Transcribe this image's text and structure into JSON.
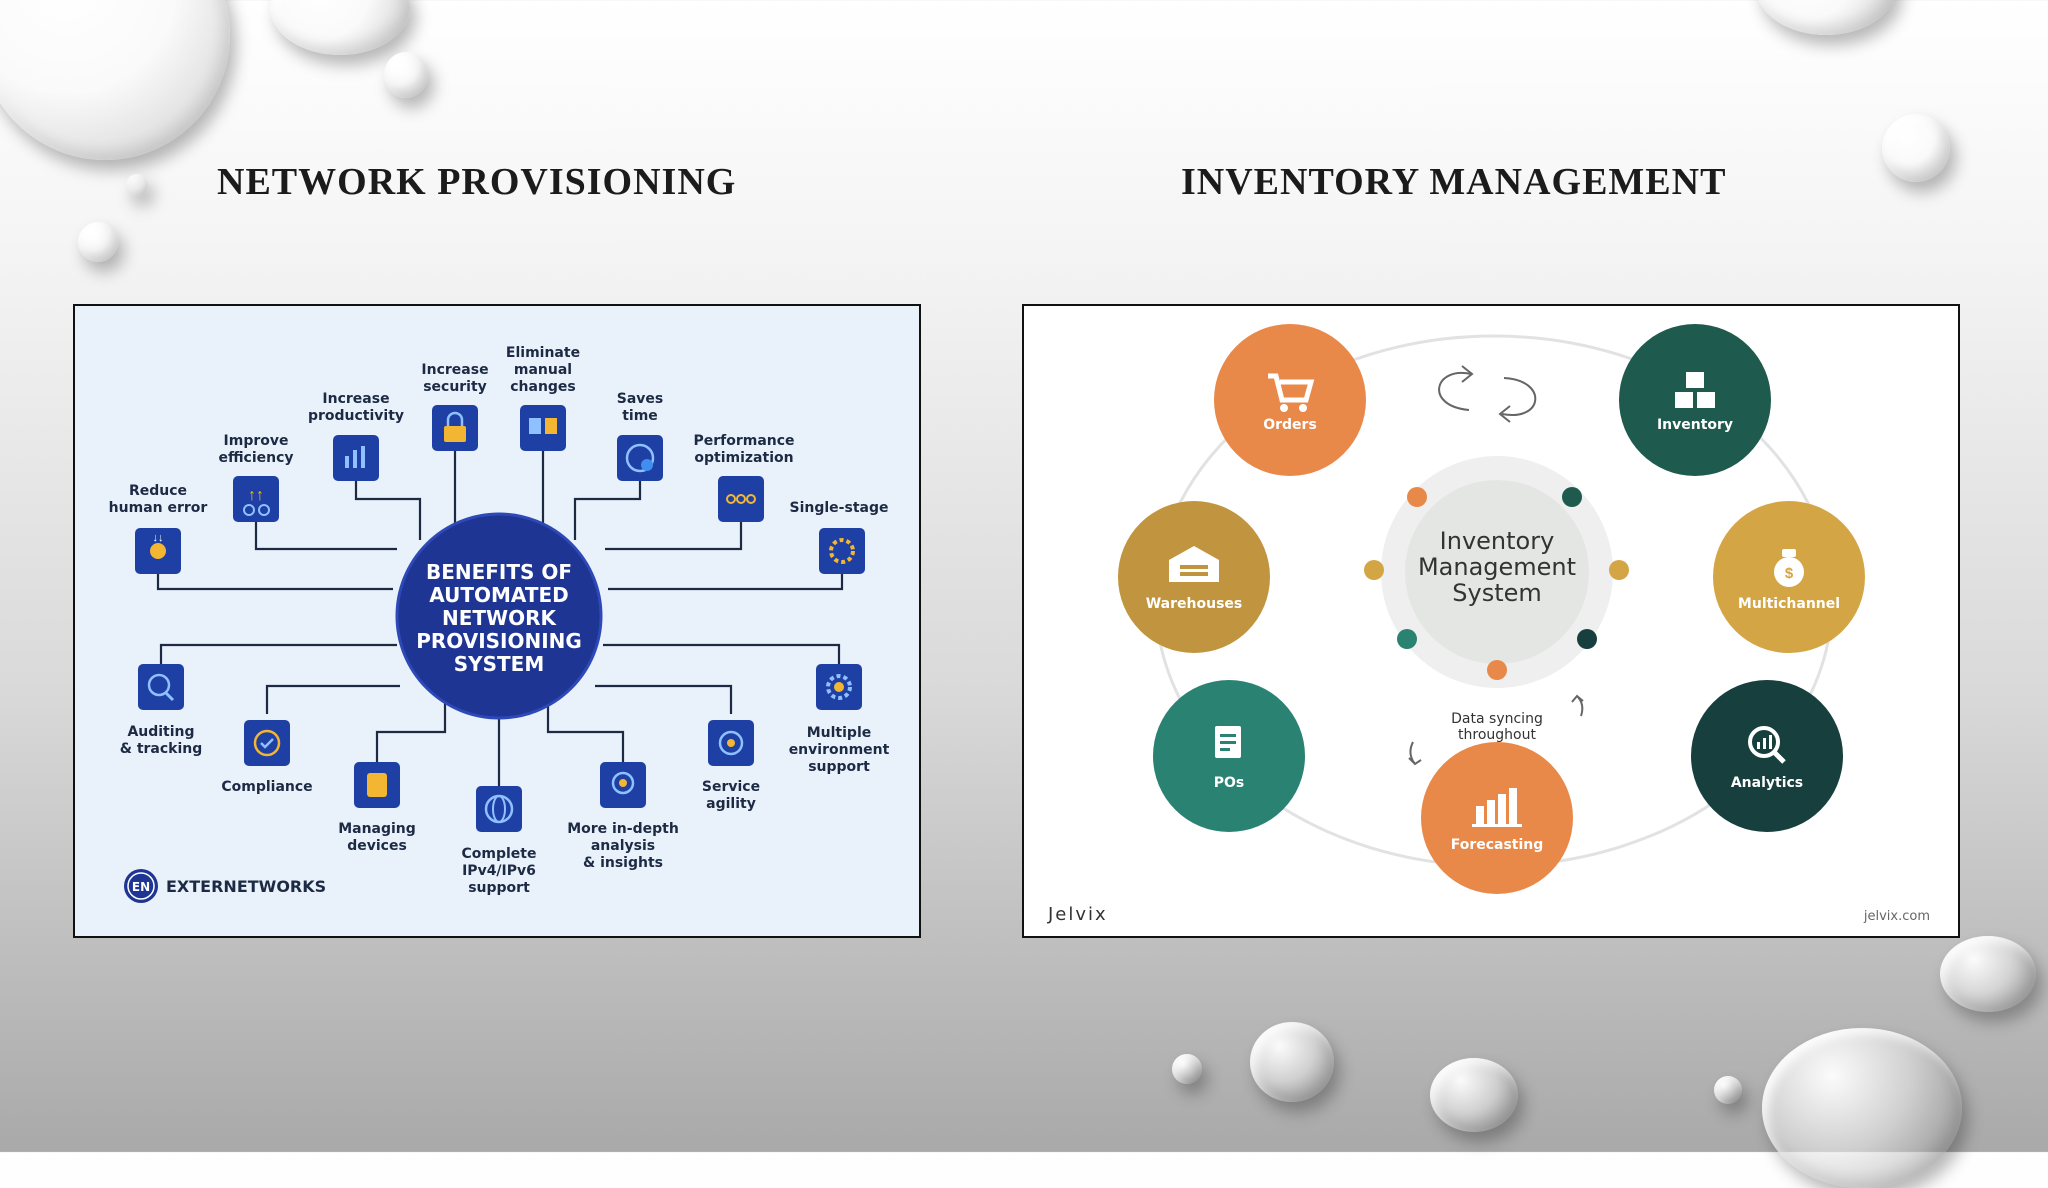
{
  "left": {
    "title": "NETWORK PROVISIONING",
    "hub": [
      "BENEFITS OF",
      "AUTOMATED",
      "NETWORK",
      "PROVISIONING",
      "SYSTEM"
    ],
    "benefits": {
      "reduce": [
        "Reduce",
        "human error"
      ],
      "improve": [
        "Improve",
        "efficiency"
      ],
      "productivity": [
        "Increase",
        "productivity"
      ],
      "security": [
        "Increase",
        "security"
      ],
      "manual": [
        "Eliminate",
        "manual",
        "changes"
      ],
      "saves": [
        "Saves",
        "time"
      ],
      "performance": [
        "Performance",
        "optimization"
      ],
      "single": [
        "Single-stage"
      ],
      "auditing": [
        "Auditing",
        "& tracking"
      ],
      "compliance": [
        "Compliance"
      ],
      "managing": [
        "Managing",
        "devices"
      ],
      "ipv": [
        "Complete",
        "IPv4/IPv6",
        "support"
      ],
      "analysis": [
        "More in-depth",
        "analysis",
        "& insights"
      ],
      "agility": [
        "Service",
        "agility"
      ],
      "multi": [
        "Multiple",
        "environment",
        "support"
      ]
    },
    "logo_badge": "EN",
    "logo_text": "EXTERNETWORKS",
    "colors": {
      "hub": "#1f3593",
      "icon": "#1e3fa3",
      "background": "#e9f1fb",
      "line": "#1d2a44"
    }
  },
  "right": {
    "title": "INVENTORY MANAGEMENT",
    "center": [
      "Inventory",
      "Management",
      "System"
    ],
    "nodes": {
      "orders": "Orders",
      "inventory": "Inventory",
      "warehouses": "Warehouses",
      "multichannel": "Multichannel",
      "pos": "POs",
      "analytics": "Analytics",
      "forecasting": "Forecasting"
    },
    "sync": [
      "Data syncing",
      "throughout"
    ],
    "brand": "Jelvix",
    "url": "jelvix.com",
    "colors": {
      "orange": "#e8894a",
      "teal": "#1f5a4e",
      "gold": "#d4a545",
      "green": "#2a8273",
      "dark": "#173f3d",
      "tan": "#c1953f"
    }
  }
}
